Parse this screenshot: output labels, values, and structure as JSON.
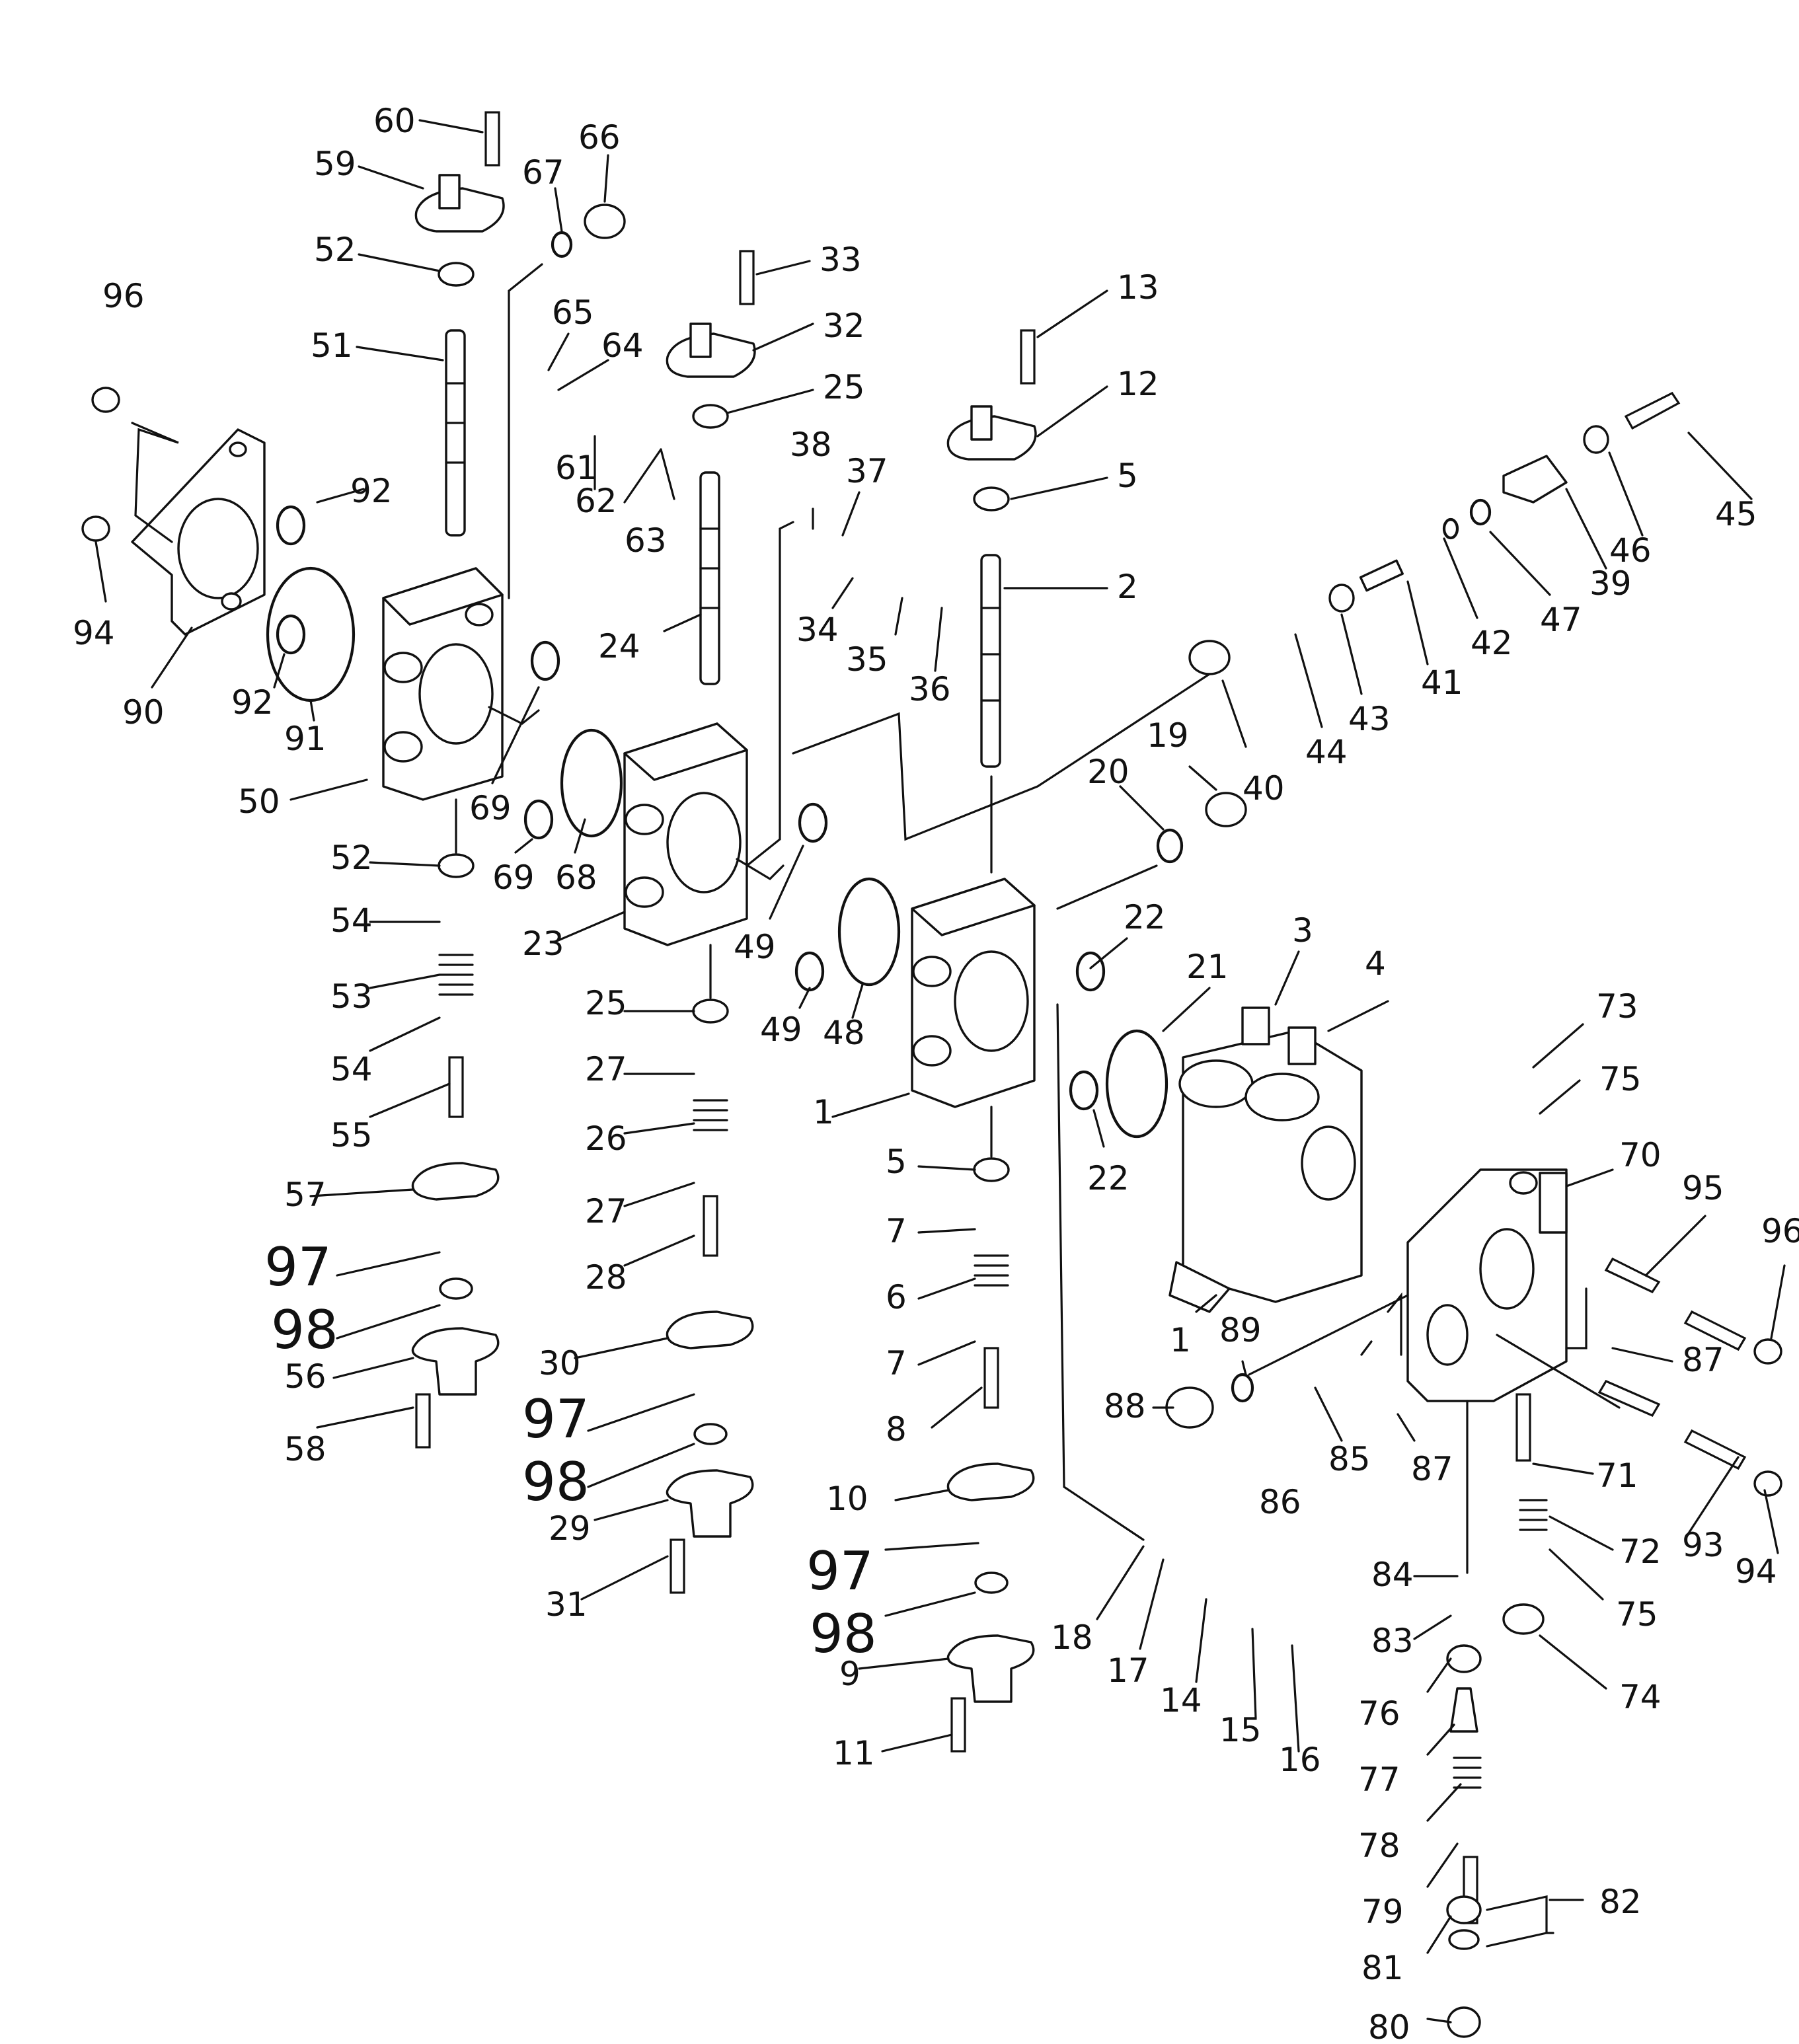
{
  "diagram": {
    "labels": [
      {
        "id": "l60",
        "text": "60"
      },
      {
        "id": "l66",
        "text": "66"
      },
      {
        "id": "l59",
        "text": "59"
      },
      {
        "id": "l67",
        "text": "67"
      },
      {
        "id": "l52a",
        "text": "52"
      },
      {
        "id": "l33",
        "text": "33"
      },
      {
        "id": "l13",
        "text": "13"
      },
      {
        "id": "l96a",
        "text": "96"
      },
      {
        "id": "l65",
        "text": "65"
      },
      {
        "id": "l32",
        "text": "32"
      },
      {
        "id": "l51",
        "text": "51"
      },
      {
        "id": "l64",
        "text": "64"
      },
      {
        "id": "l12",
        "text": "12"
      },
      {
        "id": "l25a",
        "text": "25"
      },
      {
        "id": "l61",
        "text": "61"
      },
      {
        "id": "l62",
        "text": "62"
      },
      {
        "id": "l92a",
        "text": "92"
      },
      {
        "id": "l38",
        "text": "38"
      },
      {
        "id": "l37",
        "text": "37"
      },
      {
        "id": "l5a",
        "text": "5"
      },
      {
        "id": "l45",
        "text": "45"
      },
      {
        "id": "l63",
        "text": "63"
      },
      {
        "id": "l46",
        "text": "46"
      },
      {
        "id": "l94a",
        "text": "94"
      },
      {
        "id": "l2",
        "text": "2"
      },
      {
        "id": "l39",
        "text": "39"
      },
      {
        "id": "l34",
        "text": "34"
      },
      {
        "id": "l24",
        "text": "24"
      },
      {
        "id": "l47",
        "text": "47"
      },
      {
        "id": "l35",
        "text": "35"
      },
      {
        "id": "l42",
        "text": "42"
      },
      {
        "id": "l36",
        "text": "36"
      },
      {
        "id": "l41",
        "text": "41"
      },
      {
        "id": "l92b",
        "text": "92"
      },
      {
        "id": "l90",
        "text": "90"
      },
      {
        "id": "l91",
        "text": "91"
      },
      {
        "id": "l43",
        "text": "43"
      },
      {
        "id": "l44",
        "text": "44"
      },
      {
        "id": "l19",
        "text": "19"
      },
      {
        "id": "l20",
        "text": "20"
      },
      {
        "id": "l40",
        "text": "40"
      },
      {
        "id": "l50",
        "text": "50"
      },
      {
        "id": "l69a",
        "text": "69"
      },
      {
        "id": "l52b",
        "text": "52"
      },
      {
        "id": "l69b",
        "text": "69"
      },
      {
        "id": "l68",
        "text": "68"
      },
      {
        "id": "l54a",
        "text": "54"
      },
      {
        "id": "l22a",
        "text": "22"
      },
      {
        "id": "l49a",
        "text": "49"
      },
      {
        "id": "l23",
        "text": "23"
      },
      {
        "id": "l3",
        "text": "3"
      },
      {
        "id": "l21",
        "text": "21"
      },
      {
        "id": "l4",
        "text": "4"
      },
      {
        "id": "l53",
        "text": "53"
      },
      {
        "id": "l25b",
        "text": "25"
      },
      {
        "id": "l73",
        "text": "73"
      },
      {
        "id": "l49b",
        "text": "49"
      },
      {
        "id": "l48",
        "text": "48"
      },
      {
        "id": "l54b",
        "text": "54"
      },
      {
        "id": "l27a",
        "text": "27"
      },
      {
        "id": "l75a",
        "text": "75"
      },
      {
        "id": "l1a",
        "text": "1"
      },
      {
        "id": "l55",
        "text": "55"
      },
      {
        "id": "l26",
        "text": "26"
      },
      {
        "id": "l70",
        "text": "70"
      },
      {
        "id": "l5b",
        "text": "5"
      },
      {
        "id": "l22b",
        "text": "22"
      },
      {
        "id": "l95",
        "text": "95"
      },
      {
        "id": "l57",
        "text": "57"
      },
      {
        "id": "l27b",
        "text": "27"
      },
      {
        "id": "l7a",
        "text": "7"
      },
      {
        "id": "l96b",
        "text": "96"
      },
      {
        "id": "l97a",
        "text": "97"
      },
      {
        "id": "l28",
        "text": "28"
      },
      {
        "id": "l6",
        "text": "6"
      },
      {
        "id": "l1b",
        "text": "1"
      },
      {
        "id": "l89",
        "text": "89"
      },
      {
        "id": "l87a",
        "text": "87"
      },
      {
        "id": "l98a",
        "text": "98"
      },
      {
        "id": "l30",
        "text": "30"
      },
      {
        "id": "l7b",
        "text": "7"
      },
      {
        "id": "l56",
        "text": "56"
      },
      {
        "id": "l88",
        "text": "88"
      },
      {
        "id": "l97b",
        "text": "97"
      },
      {
        "id": "l8",
        "text": "8"
      },
      {
        "id": "l85",
        "text": "85"
      },
      {
        "id": "l87b",
        "text": "87"
      },
      {
        "id": "l71",
        "text": "71"
      },
      {
        "id": "l58",
        "text": "58"
      },
      {
        "id": "l98b",
        "text": "98"
      },
      {
        "id": "l86",
        "text": "86"
      },
      {
        "id": "l10",
        "text": "10"
      },
      {
        "id": "l29",
        "text": "29"
      },
      {
        "id": "l72",
        "text": "72"
      },
      {
        "id": "l93",
        "text": "93"
      },
      {
        "id": "l94b",
        "text": "94"
      },
      {
        "id": "l97c",
        "text": "97"
      },
      {
        "id": "l84",
        "text": "84"
      },
      {
        "id": "l31",
        "text": "31"
      },
      {
        "id": "l75b",
        "text": "75"
      },
      {
        "id": "l98c",
        "text": "98"
      },
      {
        "id": "l18",
        "text": "18"
      },
      {
        "id": "l83",
        "text": "83"
      },
      {
        "id": "l9",
        "text": "9"
      },
      {
        "id": "l17",
        "text": "17"
      },
      {
        "id": "l14",
        "text": "14"
      },
      {
        "id": "l74",
        "text": "74"
      },
      {
        "id": "l76",
        "text": "76"
      },
      {
        "id": "l15",
        "text": "15"
      },
      {
        "id": "l11",
        "text": "11"
      },
      {
        "id": "l16",
        "text": "16"
      },
      {
        "id": "l77",
        "text": "77"
      },
      {
        "id": "l78",
        "text": "78"
      },
      {
        "id": "l82",
        "text": "82"
      },
      {
        "id": "l79",
        "text": "79"
      },
      {
        "id": "l81",
        "text": "81"
      },
      {
        "id": "l80",
        "text": "80"
      }
    ]
  }
}
